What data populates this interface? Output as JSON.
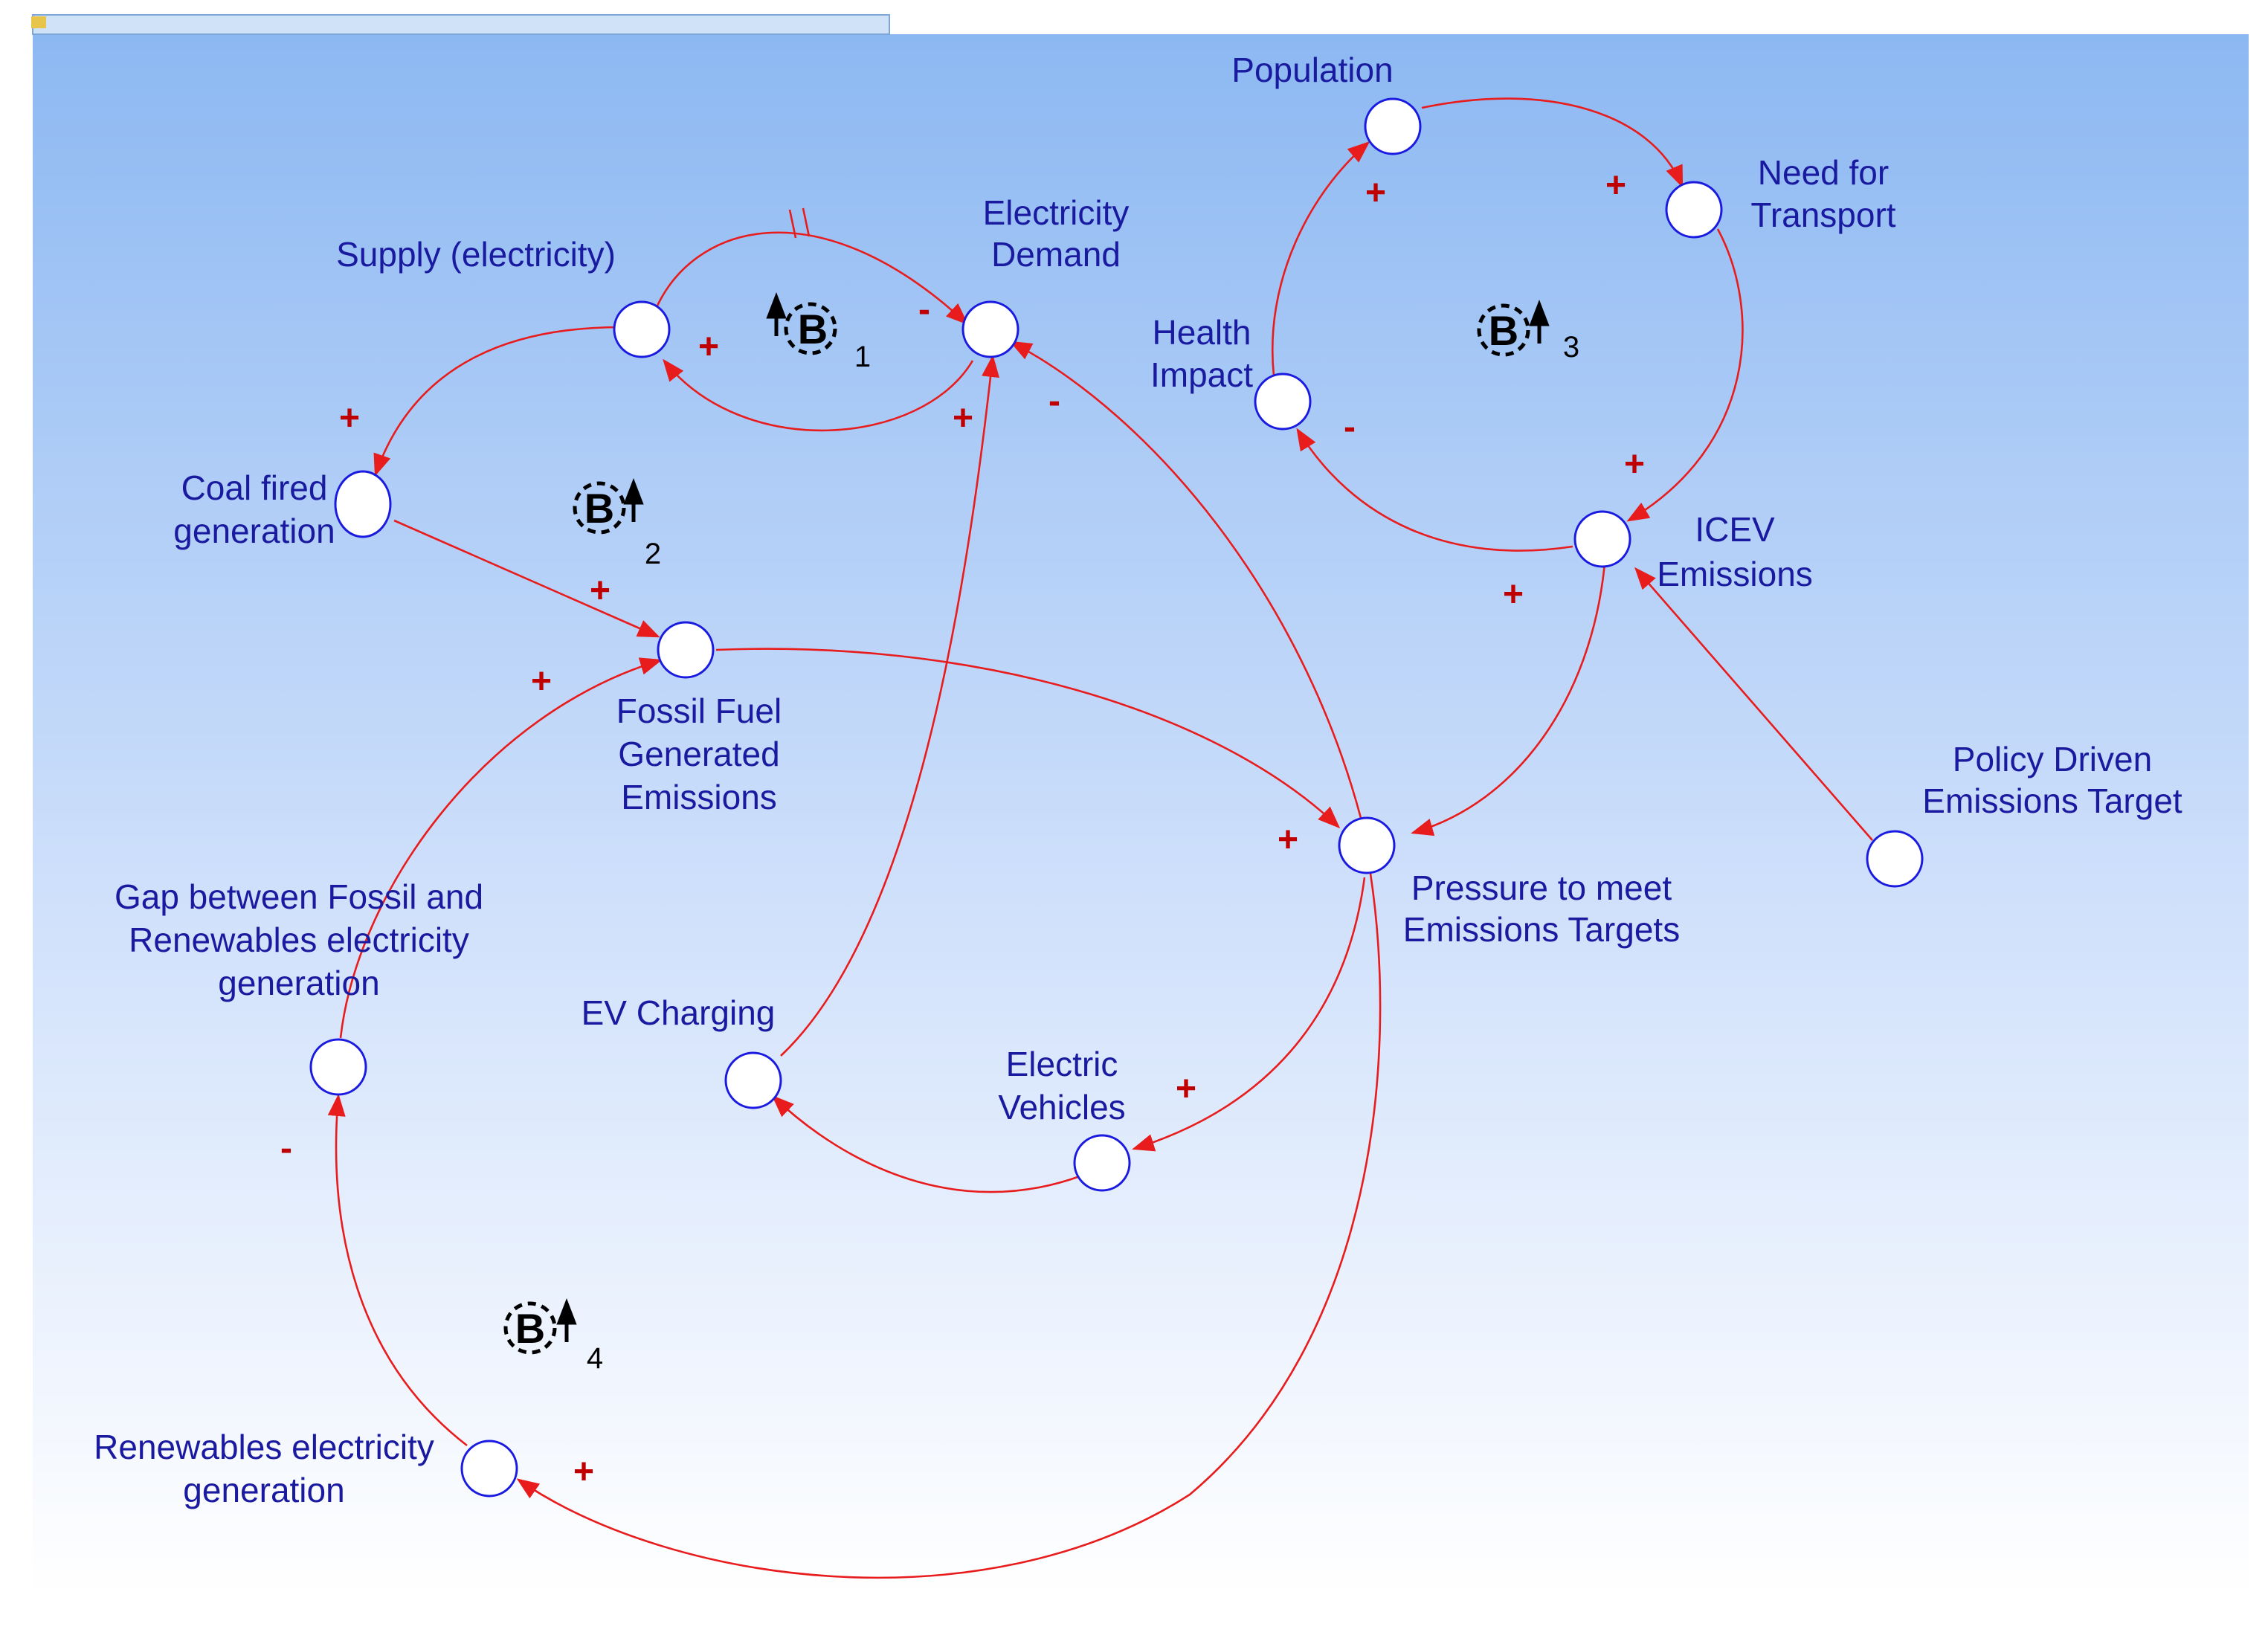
{
  "colors": {
    "background_top": "#8cb8f2",
    "background_bottom": "#ffffff",
    "link": "#e81c1c",
    "label": "#1a1aa0",
    "polarity": "#c00000",
    "node_stroke": "#1a1ae0",
    "loop_marker": "#000000"
  },
  "variables": {
    "population": "Population",
    "need_transport_1": "Need for",
    "need_transport_2": "Transport",
    "electricity_demand_1": "Electricity",
    "electricity_demand_2": "Demand",
    "supply": "Supply (electricity)",
    "health_1": "Health",
    "health_2": "Impact",
    "icev_1": "ICEV",
    "icev_2": "Emissions",
    "coal_1": "Coal fired",
    "coal_2": "generation",
    "fossil_1": "Fossil Fuel",
    "fossil_2": "Generated",
    "fossil_3": "Emissions",
    "policy_1": "Policy Driven",
    "policy_2": "Emissions Target",
    "pressure_1": "Pressure to meet",
    "pressure_2": "Emissions Targets",
    "gap_1": "Gap between Fossil and",
    "gap_2": "Renewables electricity",
    "gap_3": "generation",
    "ev_charging": "EV Charging",
    "ev_1": "Electric",
    "ev_2": "Vehicles",
    "renew_1": "Renewables electricity",
    "renew_2": "generation"
  },
  "polarities": {
    "supply_to_coal": "+",
    "demand_to_supply": "+",
    "supply_to_demand": "-",
    "ev_charging_to_demand": "+",
    "pressure_to_demand": "-",
    "coal_to_fossil": "+",
    "gap_to_fossil": "+",
    "health_to_population": "+",
    "population_to_need": "+",
    "need_to_icev": "+",
    "icev_to_health": "-",
    "icev_to_pressure": "+",
    "fossil_to_pressure": "+",
    "pressure_to_ev": "+",
    "renew_to_gap": "-",
    "pressure_to_renew": "+"
  },
  "loops": [
    {
      "letter": "B",
      "number": "1",
      "icon": "balancing-loop-icon"
    },
    {
      "letter": "B",
      "number": "2",
      "icon": "balancing-loop-icon"
    },
    {
      "letter": "B",
      "number": "3",
      "icon": "balancing-loop-icon"
    },
    {
      "letter": "B",
      "number": "4",
      "icon": "balancing-loop-icon"
    }
  ],
  "links": [
    {
      "id": "supply-to-coal",
      "type": "causal-link",
      "delay": false
    },
    {
      "id": "supply-to-demand",
      "type": "causal-link",
      "delay": true
    },
    {
      "id": "demand-to-supply",
      "type": "causal-link",
      "delay": false
    },
    {
      "id": "coal-to-fossil",
      "type": "causal-link",
      "delay": false
    },
    {
      "id": "fossil-to-pressure",
      "type": "causal-link",
      "delay": false
    },
    {
      "id": "ev-charging-to-demand",
      "type": "causal-link",
      "delay": false
    },
    {
      "id": "pressure-to-demand",
      "type": "causal-link",
      "delay": false
    },
    {
      "id": "population-to-need",
      "type": "causal-link",
      "delay": false
    },
    {
      "id": "need-to-icev",
      "type": "causal-link",
      "delay": false
    },
    {
      "id": "icev-to-health",
      "type": "causal-link",
      "delay": false
    },
    {
      "id": "health-to-population",
      "type": "causal-link",
      "delay": false
    },
    {
      "id": "icev-to-pressure",
      "type": "causal-link",
      "delay": false
    },
    {
      "id": "policy-to-icev",
      "type": "causal-link",
      "delay": false
    },
    {
      "id": "pressure-to-ev",
      "type": "causal-link",
      "delay": false
    },
    {
      "id": "ev-to-ev-charging",
      "type": "causal-link",
      "delay": false
    },
    {
      "id": "pressure-to-renew",
      "type": "causal-link",
      "delay": false
    },
    {
      "id": "renew-to-gap",
      "type": "causal-link",
      "delay": false
    },
    {
      "id": "gap-to-fossil",
      "type": "causal-link",
      "delay": false
    }
  ]
}
